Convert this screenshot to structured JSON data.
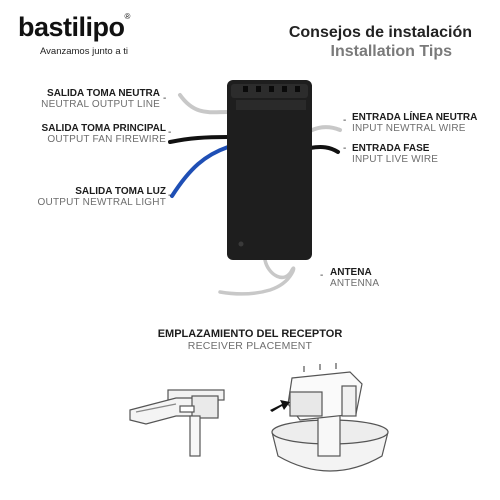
{
  "brand": {
    "name": "bastilipo",
    "registered_mark": "®",
    "slogan": "Avanzamos junto a ti"
  },
  "header": {
    "title_es": "Consejos de instalación",
    "title_en": "Installation Tips"
  },
  "labels": {
    "neutral_output": {
      "es": "SALIDA TOMA NEUTRA",
      "en": "NEUTRAL OUTPUT LINE"
    },
    "main_output": {
      "es": "SALIDA TOMA PRINCIPAL",
      "en": "OUTPUT FAN FIREWIRE"
    },
    "light_output": {
      "es": "SALIDA TOMA LUZ",
      "en": "OUTPUT NEWTRAL LIGHT"
    },
    "neutral_input": {
      "es": "ENTRADA LÍNEA NEUTRA",
      "en": "INPUT NEWTRAL WIRE"
    },
    "phase_input": {
      "es": "ENTRADA FASE",
      "en": "INPUT LIVE WIRE"
    },
    "antenna": {
      "es": "ANTENA",
      "en": "ANTENNA"
    }
  },
  "placement": {
    "title_es": "EMPLAZAMIENTO DEL RECEPTOR",
    "title_en": "RECEIVER PLACEMENT"
  },
  "colors": {
    "receiver_body": "#1e1e1e",
    "wire_black": "#111111",
    "wire_blue": "#1f4fb5",
    "wire_grey": "#c8c8c8"
  }
}
